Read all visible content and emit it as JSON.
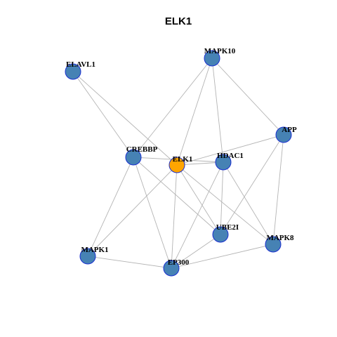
{
  "network": {
    "title": "ELK1",
    "colors": {
      "node_fill": "#4682b4",
      "focus_fill": "#ffa500",
      "node_stroke": "#1a2fd0",
      "edge": "#b4b4b4"
    },
    "nodes": [
      {
        "id": "ELAVL1",
        "label": "ELAVL1",
        "focus": false
      },
      {
        "id": "MAPK10",
        "label": "MAPK10",
        "focus": false
      },
      {
        "id": "APP",
        "label": "APP",
        "focus": false
      },
      {
        "id": "CREBBP",
        "label": "CREBBP",
        "focus": false
      },
      {
        "id": "ELK1",
        "label": "ELK1",
        "focus": true
      },
      {
        "id": "HDAC1",
        "label": "HDAC1",
        "focus": false
      },
      {
        "id": "UBE2I",
        "label": "UBE2I",
        "focus": false
      },
      {
        "id": "MAPK8",
        "label": "MAPK8",
        "focus": false
      },
      {
        "id": "MAPK1",
        "label": "MAPK1",
        "focus": false
      },
      {
        "id": "EP300",
        "label": "EP300",
        "focus": false
      }
    ],
    "edges": [
      [
        "ELAVL1",
        "CREBBP"
      ],
      [
        "ELAVL1",
        "ELK1"
      ],
      [
        "MAPK10",
        "CREBBP"
      ],
      [
        "MAPK10",
        "ELK1"
      ],
      [
        "MAPK10",
        "HDAC1"
      ],
      [
        "MAPK10",
        "APP"
      ],
      [
        "APP",
        "ELK1"
      ],
      [
        "APP",
        "UBE2I"
      ],
      [
        "APP",
        "MAPK8"
      ],
      [
        "CREBBP",
        "HDAC1"
      ],
      [
        "CREBBP",
        "UBE2I"
      ],
      [
        "CREBBP",
        "MAPK1"
      ],
      [
        "CREBBP",
        "EP300"
      ],
      [
        "ELK1",
        "HDAC1"
      ],
      [
        "ELK1",
        "UBE2I"
      ],
      [
        "ELK1",
        "MAPK8"
      ],
      [
        "ELK1",
        "MAPK1"
      ],
      [
        "ELK1",
        "EP300"
      ],
      [
        "HDAC1",
        "UBE2I"
      ],
      [
        "HDAC1",
        "MAPK8"
      ],
      [
        "HDAC1",
        "EP300"
      ],
      [
        "UBE2I",
        "EP300"
      ],
      [
        "MAPK8",
        "EP300"
      ],
      [
        "MAPK1",
        "EP300"
      ]
    ]
  }
}
